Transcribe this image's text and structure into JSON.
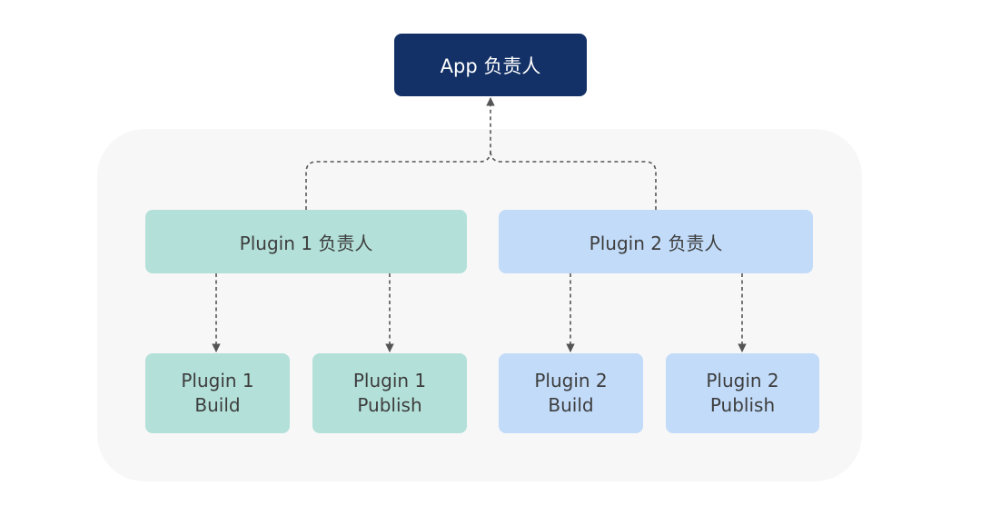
{
  "root": {
    "label": "App 负责人",
    "color": "#133166"
  },
  "plugins": [
    {
      "label": "Plugin 1 负责人",
      "color": "#b3e0d9",
      "tasks": [
        {
          "line1": "Plugin 1",
          "line2": "Build"
        },
        {
          "line1": "Plugin 1",
          "line2": "Publish"
        }
      ]
    },
    {
      "label": "Plugin 2 负责人",
      "color": "#c2dbf9",
      "tasks": [
        {
          "line1": "Plugin 2",
          "line2": "Build"
        },
        {
          "line1": "Plugin 2",
          "line2": "Publish"
        }
      ]
    }
  ],
  "connector_color": "#555555",
  "panel_color": "#f7f7f7"
}
